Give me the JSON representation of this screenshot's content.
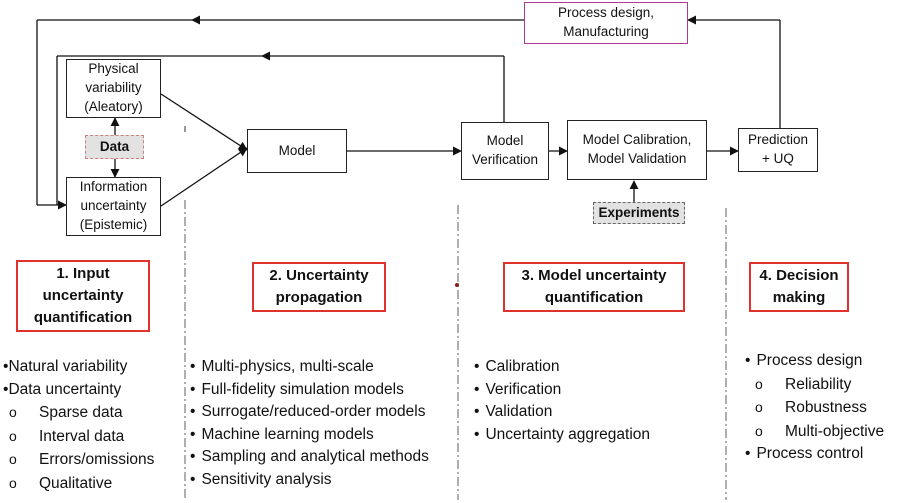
{
  "boxes": {
    "process_design": "Process design,\nManufacturing",
    "physical_variability": "Physical\nvariability\n(Aleatory)",
    "data": "Data",
    "information_uncertainty": "Information\nuncertainty\n(Epistemic)",
    "model": "Model",
    "model_verification": "Model\nVerification",
    "model_calibration": "Model Calibration,\nModel Validation",
    "prediction": "Prediction\n+ UQ",
    "experiments": "Experiments"
  },
  "sections": [
    {
      "title": "1. Input\nuncertainty\nquantification",
      "items": [
        {
          "text": "Natural variability",
          "level": 0
        },
        {
          "text": "Data uncertainty",
          "level": 0
        },
        {
          "text": "Sparse data",
          "level": 1
        },
        {
          "text": "Interval data",
          "level": 1
        },
        {
          "text": "Errors/omissions",
          "level": 1
        },
        {
          "text": "Qualitative",
          "level": 1
        }
      ]
    },
    {
      "title": "2. Uncertainty\npropagation",
      "items": [
        {
          "text": "Multi-physics, multi-scale",
          "level": 0
        },
        {
          "text": "Full-fidelity simulation models",
          "level": 0
        },
        {
          "text": "Surrogate/reduced-order models",
          "level": 0
        },
        {
          "text": "Machine learning models",
          "level": 0
        },
        {
          "text": "Sampling and analytical methods",
          "level": 0
        },
        {
          "text": "Sensitivity analysis",
          "level": 0
        }
      ]
    },
    {
      "title": "3. Model uncertainty\nquantification",
      "items": [
        {
          "text": "Calibration",
          "level": 0
        },
        {
          "text": "Verification",
          "level": 0
        },
        {
          "text": "Validation",
          "level": 0
        },
        {
          "text": "Uncertainty aggregation",
          "level": 0
        }
      ]
    },
    {
      "title": "4. Decision\nmaking",
      "items": [
        {
          "text": "Process design",
          "level": 0
        },
        {
          "text": "Reliability",
          "level": 1
        },
        {
          "text": "Robustness",
          "level": 1
        },
        {
          "text": "Multi-objective",
          "level": 1
        },
        {
          "text": "Process control",
          "level": 0
        }
      ]
    }
  ]
}
